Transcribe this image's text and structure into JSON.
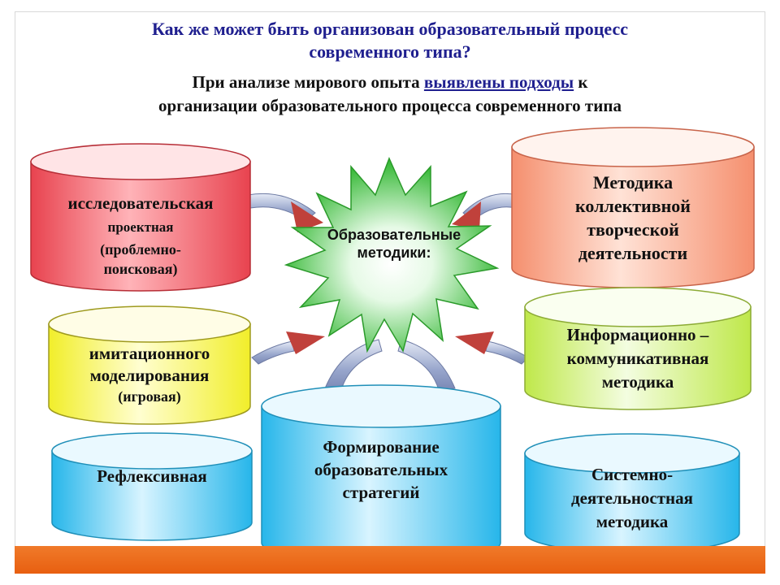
{
  "title": {
    "line1": "Как же может быть организован образовательный процесс",
    "line2": "современного типа?"
  },
  "subtitle": {
    "part1": "При анализе мирового опыта ",
    "highlight": "выявлены подходы",
    "part2": " к",
    "line2": "организации образовательного процесса  современного типа"
  },
  "center": {
    "line1": "Образовательные",
    "line2": "методики:"
  },
  "cylinders": {
    "research": {
      "line1": "исследовательская",
      "line2": "проектная",
      "line3": "(проблемно-",
      "line4": "поисковая)"
    },
    "collective": {
      "line1": "Методика",
      "line2": "коллективной",
      "line3": "творческой",
      "line4": "деятельности"
    },
    "imitation": {
      "line1": "имитационного",
      "line2": "моделирования",
      "line3": "(игровая)"
    },
    "infocomm": {
      "line1": "Информационно –",
      "line2": "коммуникативная",
      "line3": "методика"
    },
    "reflexive": {
      "line1": "Рефлексивная"
    },
    "strategies": {
      "line1": "Формирование",
      "line2": "образовательных",
      "line3": "стратегий"
    },
    "systemic": {
      "line1": "Системно-",
      "line2": "деятельностная",
      "line3": "методика"
    }
  },
  "colors": {
    "title": "#1f1f8f",
    "research": "#f0606a",
    "collective": "#f9b49a",
    "imitation": "#f7f55a",
    "infocomm": "#d4f27a",
    "reflexive": "#5fd0f2",
    "strategies": "#5fd0f2",
    "systemic": "#5fd0f2",
    "star": "#36c236",
    "footer": "#ee6a1c"
  }
}
